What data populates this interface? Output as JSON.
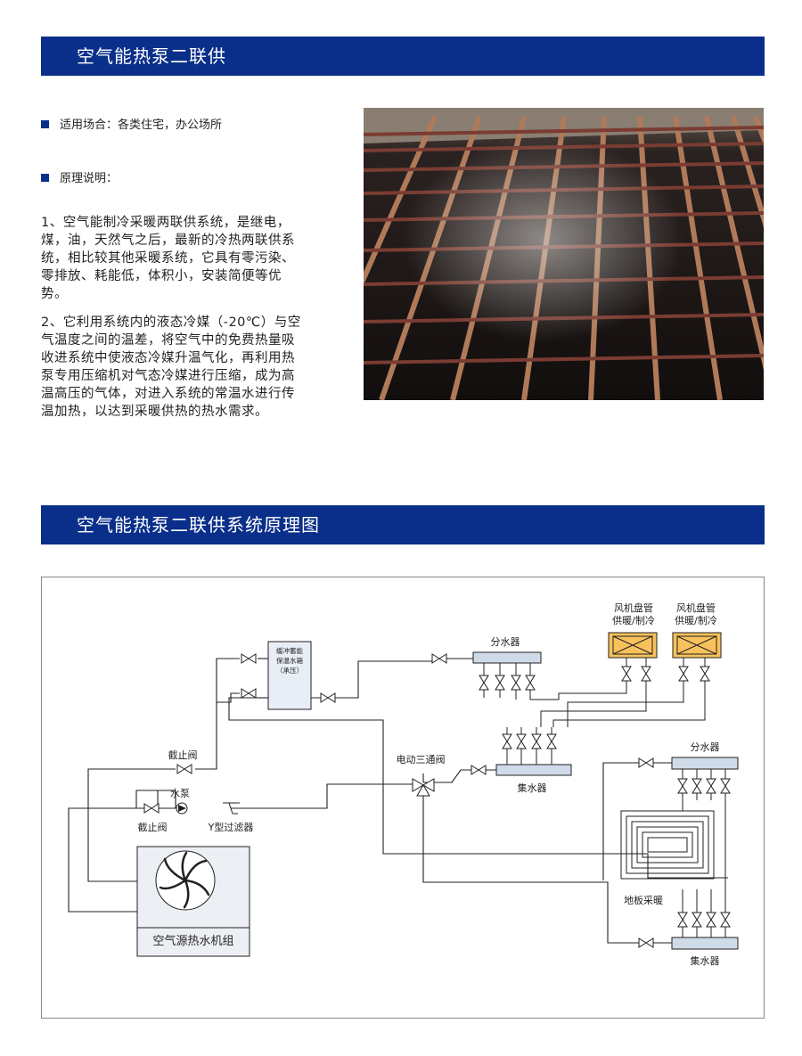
{
  "section1": {
    "title": "空气能热泵二联供",
    "bullets": [
      "适用场合：各类住宅，办公场所",
      "原理说明："
    ],
    "paragraphs": [
      [
        "1、空气能制冷采暖两联供系统，是继电，",
        "煤，油，天然气之后，最新的冷热两联供系",
        "统，相比较其他采暖系统，它具有零污染、",
        "零排放、耗能低，体积小，安装简便等优",
        "势。"
      ],
      [
        "2、它利用系统内的液态冷媒（-20℃）与空",
        "气温度之间的温差，将空气中的免费热量吸",
        "收进系统中使液态冷媒升温气化，再利用热",
        "泵专用压缩机对气态冷媒进行压缩，成为高",
        "温高压的气体，对进入系统的常温水进行传",
        "温加热，以达到采暖供热的热水需求。"
      ]
    ]
  },
  "section2": {
    "title": "空气能热泵二联供系统原理图"
  },
  "diagram": {
    "tank": [
      "缓冲蓄能",
      "保温水箱",
      "（承压）"
    ],
    "manifold_top": "分水器",
    "collector_mid": "集水器",
    "fan_coil": [
      "风机盘管",
      "供暖/制冷"
    ],
    "three_way_valve": "电动三通阀",
    "stop_valve": "截止阀",
    "pump": "水泵",
    "y_filter": "Y型过滤器",
    "unit": "空气源热水机组",
    "manifold_right": "分水器",
    "floor_heating": "地板采暖",
    "collector_bottom": "集水器"
  }
}
